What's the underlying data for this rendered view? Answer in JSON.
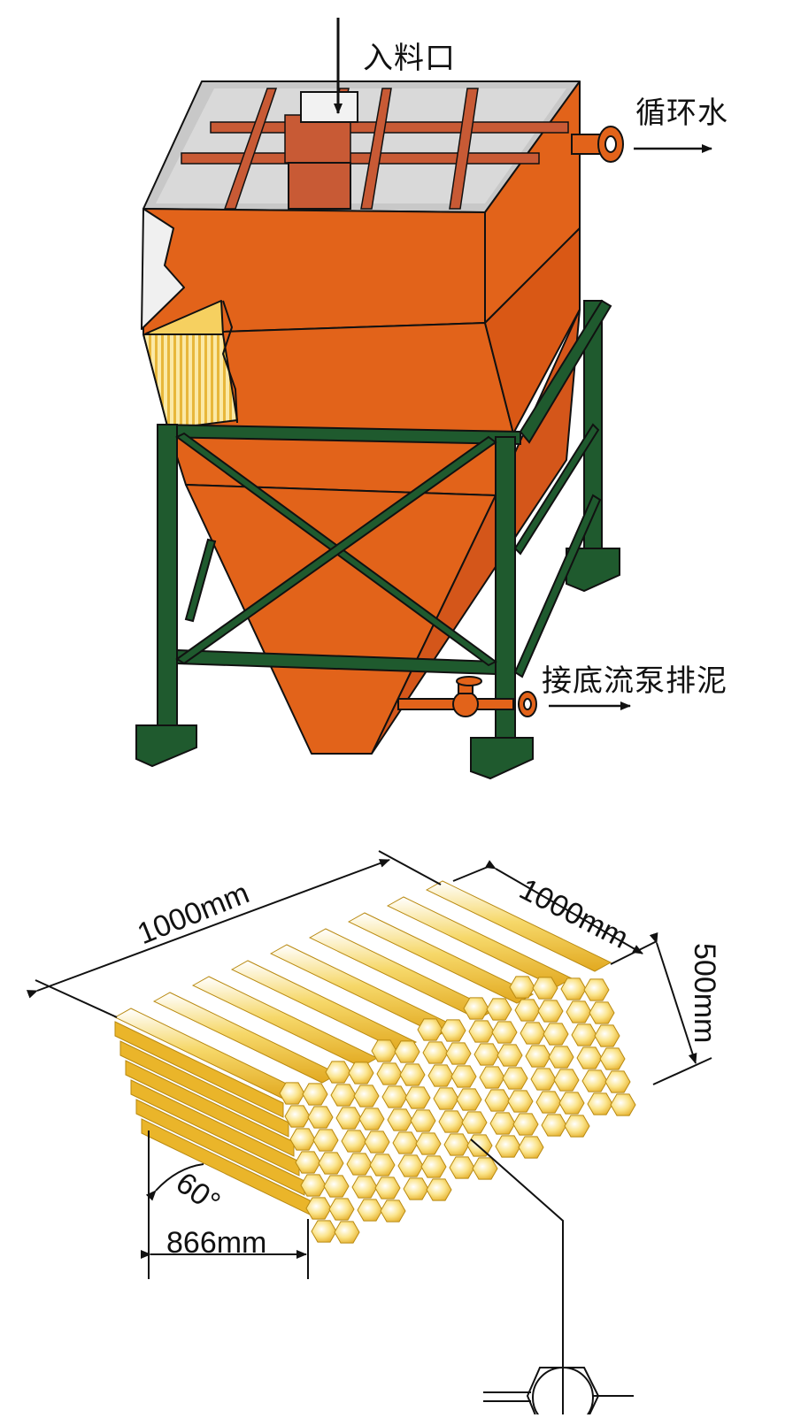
{
  "labels": {
    "inlet": "入料口",
    "circulating_water": "循环水",
    "sludge_discharge": "接底流泵排泥"
  },
  "dimensions": {
    "length": "1000mm",
    "width": "1000mm",
    "height": "500mm",
    "angle": "60°",
    "projection": "866mm"
  },
  "colors": {
    "tank": "#e2631a",
    "frame": "#1f5a2e",
    "tubes": "#f2c230",
    "rails": "#c85a35",
    "top_panel": "#c8c8c8"
  }
}
